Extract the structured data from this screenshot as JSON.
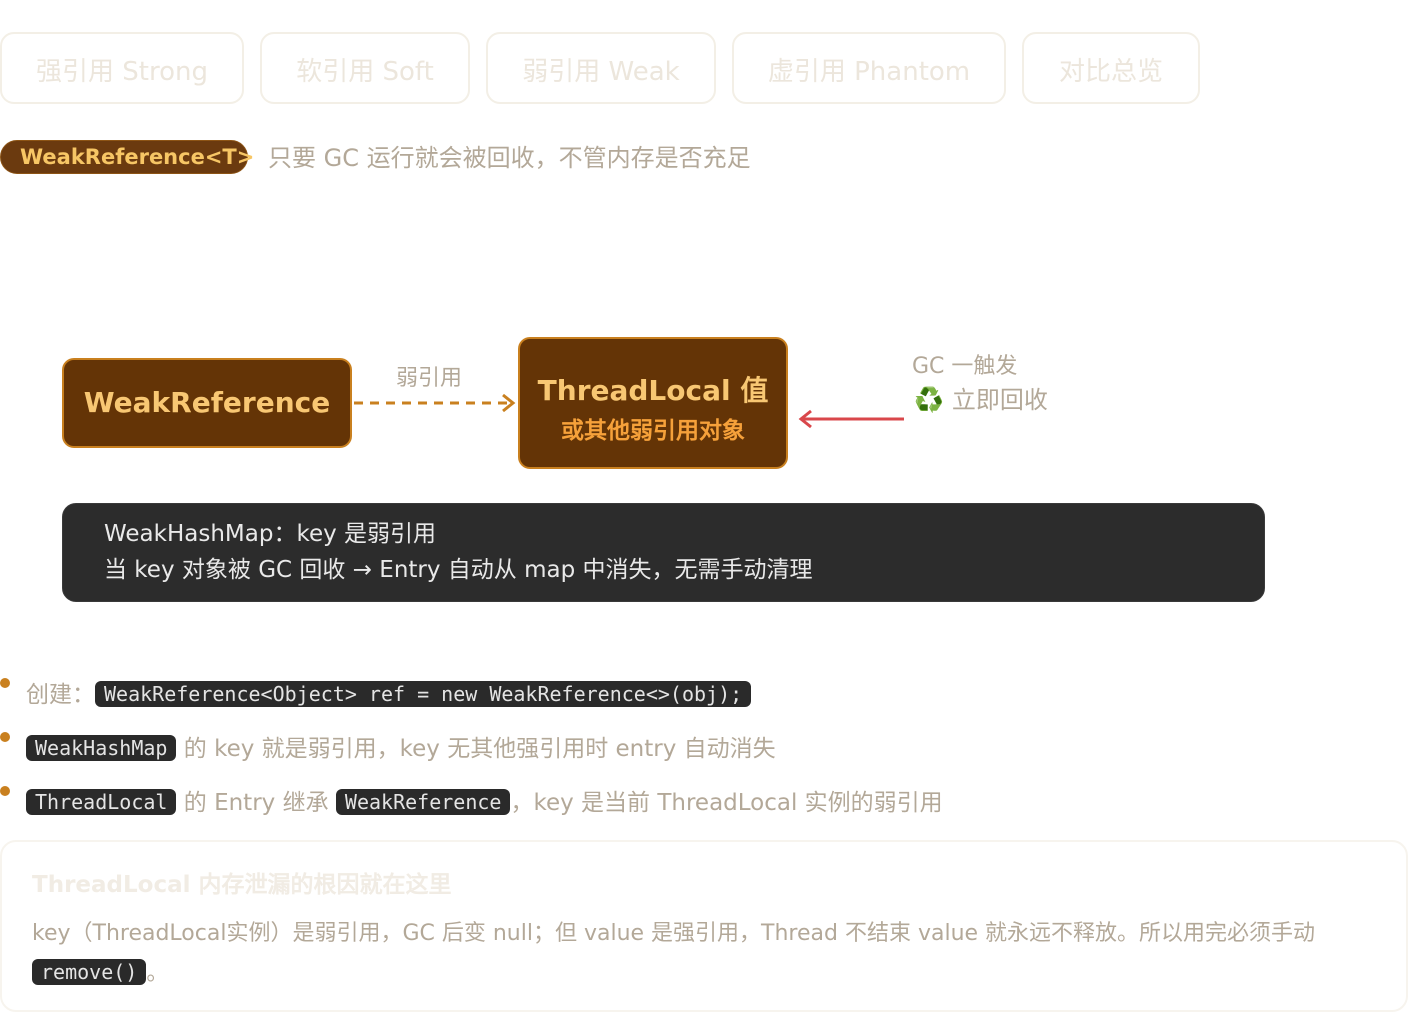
{
  "tabs": [
    {
      "label": "强引用 Strong"
    },
    {
      "label": "软引用 Soft"
    },
    {
      "label": "弱引用 Weak"
    },
    {
      "label": "虚引用 Phantom"
    },
    {
      "label": "对比总览"
    }
  ],
  "header": {
    "type_badge": "WeakReference<T>",
    "description": "只要 GC 运行就会被回收，不管内存是否充足"
  },
  "diagram": {
    "source_box": "WeakReference",
    "arrow_label": "弱引用",
    "target_line1": "ThreadLocal 值",
    "target_line2": "或其他弱引用对象",
    "gc_line1": "GC 一触发",
    "gc_icon": "♻️",
    "gc_line2": "立即回收",
    "colors": {
      "dashed_arrow": "#c9801f",
      "gc_arrow": "#d9474b",
      "box_fill": "#643406"
    }
  },
  "info_panel": {
    "line1": "WeakHashMap：key 是弱引用",
    "line2": "当 key 对象被 GC 回收 → Entry 自动从 map 中消失，无需手动清理"
  },
  "bullets": {
    "b1_prefix": "创建：",
    "b1_code": "WeakReference<Object> ref = new WeakReference<>(obj);",
    "b2_code": "WeakHashMap",
    "b2_text": " 的 key 就是弱引用，key 无其他强引用时 entry 自动消失",
    "b3_code1": "ThreadLocal",
    "b3_mid": " 的 Entry 继承 ",
    "b3_code2": "WeakReference",
    "b3_text": "，key 是当前 ThreadLocal 实例的弱引用"
  },
  "note": {
    "title": "ThreadLocal 内存泄漏的根因就在这里",
    "body": "key（ThreadLocal实例）是弱引用，GC 后变 null；但 value 是强引用，Thread 不结束 value 就永远不释放。所以用完必须手动",
    "code": "remove()",
    "end": "。"
  }
}
